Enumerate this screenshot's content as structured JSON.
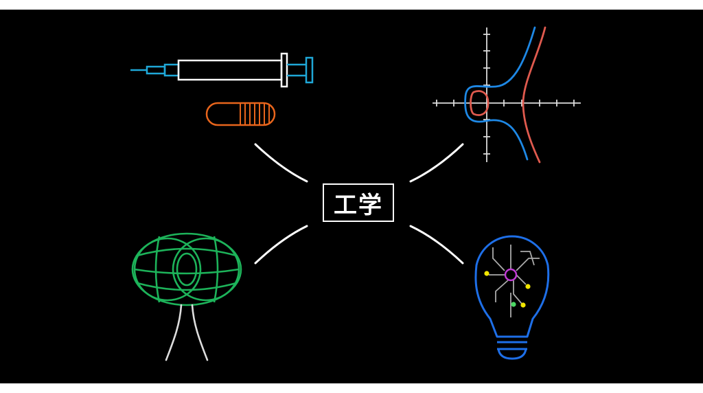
{
  "diagram": {
    "center": {
      "label": "工学"
    },
    "nodes": [
      {
        "id": "medicine",
        "icon": "syringe-and-capsule-icon"
      },
      {
        "id": "mathematics",
        "icon": "algebraic-curve-graph-icon"
      },
      {
        "id": "biology",
        "icon": "wireframe-tree-icon"
      },
      {
        "id": "technology",
        "icon": "circuit-lightbulb-icon"
      }
    ]
  },
  "colors": {
    "background": "#000000",
    "frame": "#ffffff",
    "connector": "#ffffff",
    "syringe_outline": "#ffffff",
    "syringe_needle": "#1fa8d8",
    "capsule": "#e8651c",
    "curve_outer": "#1e88e5",
    "curve_inner": "#e05a4e",
    "axes": "#dddddd",
    "tree_canopy": "#1db35a",
    "tree_trunk": "#dddddd",
    "bulb_outline": "#1e6fe8",
    "circuit_lines": "#aaaaaa",
    "circuit_chip": "#c23bd6",
    "circuit_node_yellow": "#f2e600",
    "circuit_node_green": "#4cd964"
  }
}
